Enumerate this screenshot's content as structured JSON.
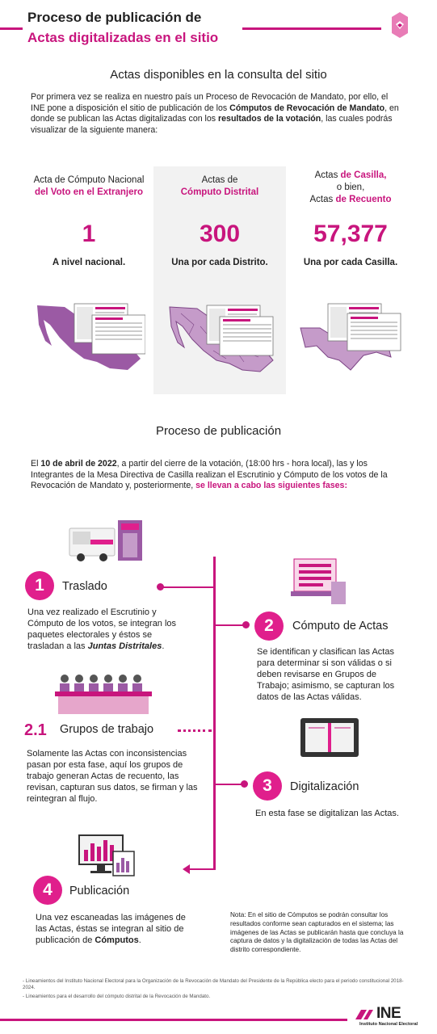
{
  "header": {
    "title_line1": "Proceso de publicación de",
    "title_line2": "Actas digitalizadas en el sitio"
  },
  "section1": {
    "heading": "Actas disponibles en la consulta del sitio",
    "intro_a": "Por primera vez se realiza en nuestro país un Proceso de Revocación de Mandato, por ello, el INE pone a disposición el sitio de publicación de los ",
    "intro_b": "Cómputos de Revocación de Mandato",
    "intro_c": ", en donde se publican las Actas digitalizadas con los ",
    "intro_d": "resultados de la votación",
    "intro_e": ", las cuales podrás visualizar de la siguiente manera:"
  },
  "columns": [
    {
      "head_plain": "Acta de Cómputo Nacional",
      "head_pink": "del Voto en el Extranjero",
      "number": "1",
      "subtitle": "A nivel nacional."
    },
    {
      "head_plain": "Actas de",
      "head_pink": "Cómputo Distrital",
      "number": "300",
      "subtitle": "Una por cada Distrito."
    },
    {
      "head_a": "Actas ",
      "head_a_pink": "de Casilla,",
      "head_b": "o bien,",
      "head_c": "Actas ",
      "head_c_pink": "de Recuento",
      "number": "57,377",
      "subtitle": "Una por cada Casilla."
    }
  ],
  "section2": {
    "heading": "Proceso de publicación",
    "intro_a": "El ",
    "intro_b": "10 de abril de 2022",
    "intro_c": ", a partir del cierre de la votación, (18:00 hrs - hora local), las y los Integrantes de la Mesa Directiva de Casilla realizan el Escrutinio y Cómputo de los votos de la Revocación de Mandato y, posteriormente, ",
    "intro_d": "se llevan a cabo las siguientes fases:"
  },
  "steps": {
    "s1": {
      "num": "1",
      "title": "Traslado",
      "text_a": "Una vez realizado el Escrutinio y Cómputo de los votos, se integran los paquetes electorales y éstos se trasladan a las ",
      "text_b": "Juntas Distritales",
      "text_c": "."
    },
    "s21": {
      "num": "2.1",
      "title": "Grupos de trabajo",
      "text": "Solamente las Actas con inconsistencias pasan por esta fase, aquí los grupos de trabajo generan Actas de recuento, las revisan, capturan sus datos, se firman y las reintegran al flujo."
    },
    "s2": {
      "num": "2",
      "title": "Cómputo de Actas",
      "text": "Se identifican y clasifican las Actas para determinar si son válidas o si deben revisarse en Grupos de Trabajo; asimismo, se capturan los datos de las Actas válidas."
    },
    "s3": {
      "num": "3",
      "title": "Digitalización",
      "text": "En esta fase se digitalizan las Actas."
    },
    "s4": {
      "num": "4",
      "title": "Publicación",
      "text_a": "Una vez escaneadas las imágenes de las Actas, éstas se integran al sitio de publicación de ",
      "text_b": "Cómputos",
      "text_c": "."
    }
  },
  "note": "Nota: En el sitio de Cómputos se podrán consultar los resultados conforme sean capturados en el sistema; las imágenes de las Actas se publicarán hasta que concluya la captura de datos y la digitalización de todas las Actas del distrito correspondiente.",
  "footnotes": [
    "- Lineamientos del Instituto Nacional Electoral para la Organización de la Revocación de Mandato del Presidente de la República electo para el periodo constitucional 2018-2024.",
    "- Lineamientos para el desarrollo del cómputo distrital de la Revocación de Mandato."
  ],
  "logo": {
    "name": "INE",
    "subtitle": "Instituto Nacional Electoral"
  },
  "colors": {
    "accent": "#c8157d",
    "accent_light": "#e01f8c",
    "map": "#9b5aa4",
    "panel": "#f2f2f2"
  },
  "icons": [
    "hexagon-logo-icon",
    "mexico-map-icon",
    "district-map-icon",
    "state-map-icon",
    "acta-document-icon",
    "truck-icon",
    "workers-table-icon",
    "ballot-box-icon",
    "scanner-icon",
    "monitor-charts-icon",
    "ine-logo-icon"
  ]
}
